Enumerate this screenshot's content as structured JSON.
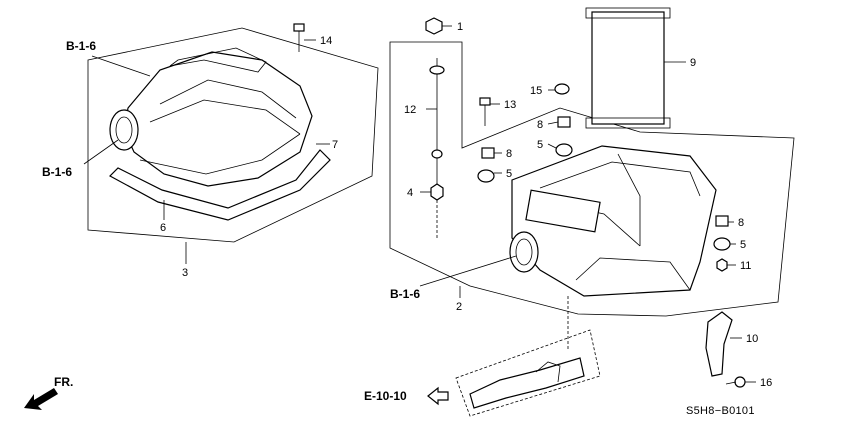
{
  "callouts": [
    {
      "id": "c1",
      "text": "1"
    },
    {
      "id": "c2",
      "text": "2"
    },
    {
      "id": "c3",
      "text": "3"
    },
    {
      "id": "c4",
      "text": "4"
    },
    {
      "id": "c5a",
      "text": "5"
    },
    {
      "id": "c5b",
      "text": "5"
    },
    {
      "id": "c5c",
      "text": "5"
    },
    {
      "id": "c6",
      "text": "6"
    },
    {
      "id": "c7",
      "text": "7"
    },
    {
      "id": "c8a",
      "text": "8"
    },
    {
      "id": "c8b",
      "text": "8"
    },
    {
      "id": "c8c",
      "text": "8"
    },
    {
      "id": "c9",
      "text": "9"
    },
    {
      "id": "c10",
      "text": "10"
    },
    {
      "id": "c11",
      "text": "11"
    },
    {
      "id": "c12",
      "text": "12"
    },
    {
      "id": "c13",
      "text": "13"
    },
    {
      "id": "c14",
      "text": "14"
    },
    {
      "id": "c15",
      "text": "15"
    },
    {
      "id": "c16",
      "text": "16"
    }
  ],
  "refs": {
    "b16_top": "B-1-6",
    "b16_left": "B-1-6",
    "b16_bottom": "B-1-6",
    "e1010": "E-10-10"
  },
  "front_label": "FR.",
  "diagram_code": "S5H8−B0101"
}
